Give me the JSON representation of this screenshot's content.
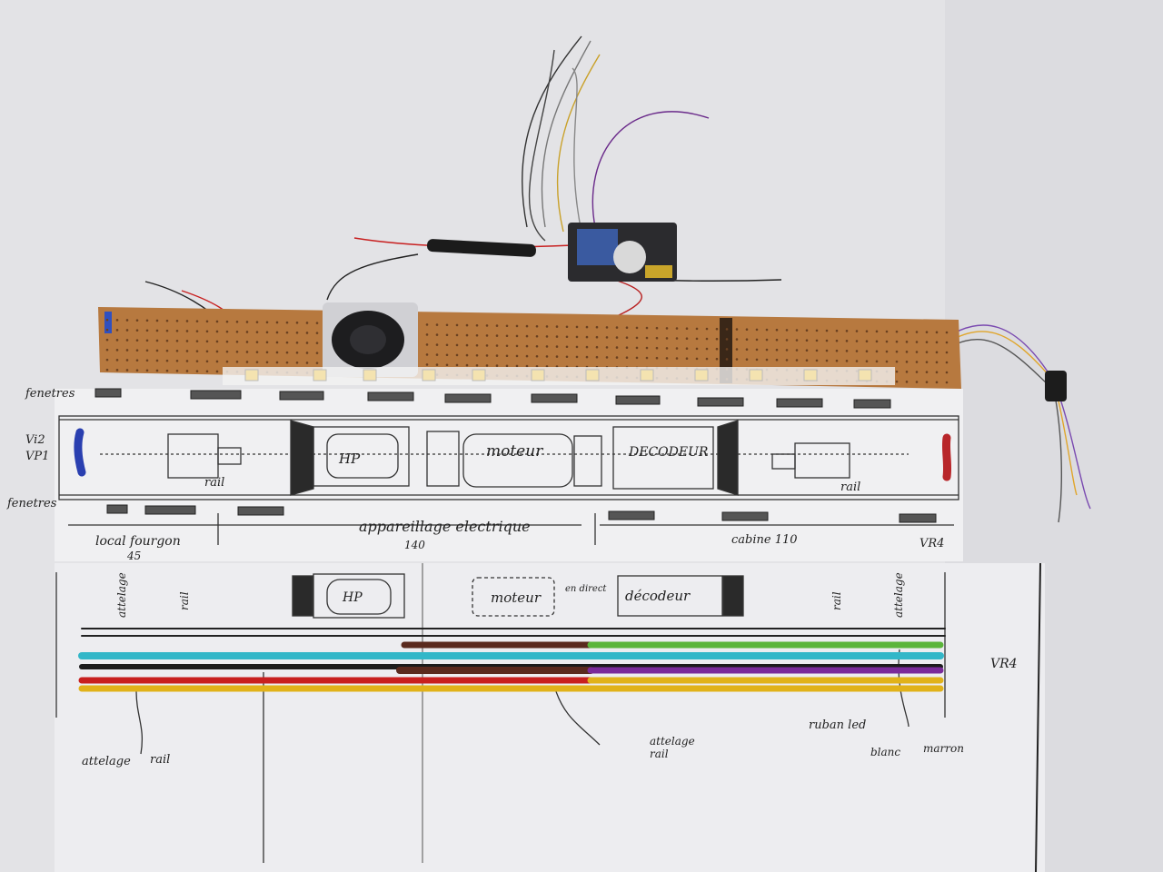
{
  "labels": {
    "fenetres_top": "fenetres",
    "fenetres_bottom": "fenetres",
    "vi2": "Vi2",
    "vp1": "VP1",
    "hp_top": "HP",
    "moteur_top": "moteur",
    "decodeur_top": "DECODEUR",
    "rail_left": "rail",
    "rail_right": "rail",
    "local_fourgon": "local fourgon",
    "dim_45": "45",
    "appareillage": "appareillage electrique",
    "dim_140": "140",
    "cabine": "cabine 110",
    "vr4_top": "VR4",
    "attelage_left": "attelage",
    "rail_v_left": "rail",
    "hp_bottom": "HP",
    "moteur_bottom": "moteur",
    "en_direct": "en direct",
    "decodeur_bottom": "décodeur",
    "rail_v_right": "rail",
    "attelage_right": "attelage",
    "vr4_bottom": "VR4",
    "attelage_bl": "attelage",
    "rail_bl": "rail",
    "attelage_mid": "attelage",
    "rail_mid": "rail",
    "ruban_led": "ruban led",
    "blanc": "blanc",
    "marron": "marron"
  },
  "colors": {
    "board": "#b7793f",
    "paper": "#efeff1",
    "wire_brown": "#5a2a1e",
    "wire_cyan": "#33b7c8",
    "wire_black": "#1c1c1c",
    "wire_red": "#c8201f",
    "wire_yellow": "#e1b21a",
    "wire_green": "#5bb53a",
    "wire_purple": "#7a2a9a",
    "led": "#f4e3b0",
    "blue_mark": "#2a3fb0",
    "red_mark": "#b8262a"
  }
}
